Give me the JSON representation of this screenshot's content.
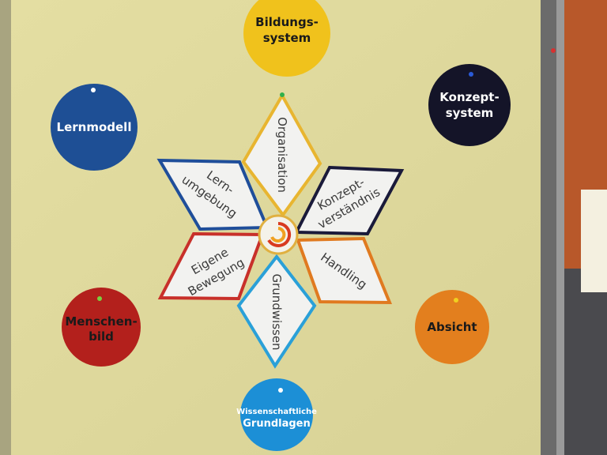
{
  "circles": {
    "bildung": {
      "line1": "Bildungs-",
      "line2": "system",
      "color": "#f0c21c",
      "text_color": "#1a1a1a"
    },
    "lernmodell": {
      "label": "Lernmodell",
      "color": "#1e4f95"
    },
    "konzept": {
      "line1": "Konzept-",
      "line2": "system",
      "color": "#141428"
    },
    "menschen": {
      "line1": "Menschen-",
      "line2": "bild",
      "color": "#b3201c",
      "text_color": "#1a1a1a"
    },
    "absicht": {
      "label": "Absicht",
      "color": "#e37f1e",
      "text_color": "#1a1a1a"
    },
    "wissen": {
      "line1": "Wissenschaftliche",
      "line2": "Grundlagen",
      "color": "#1c8fd6"
    }
  },
  "star": {
    "organisation": {
      "label": "Organisation",
      "color": "#e8b530"
    },
    "lernumgebung": {
      "line1": "Lern-",
      "line2": "umgebung",
      "color": "#1f4e9a"
    },
    "konzeptverstaendnis": {
      "line1": "Konzept-",
      "line2": "verständnis",
      "color": "#1a1a3a"
    },
    "eigene": {
      "line1": "Eigene",
      "line2": "Bewegung",
      "color": "#c8302a"
    },
    "handling": {
      "label": "Handling",
      "color": "#e07a20"
    },
    "grundwissen": {
      "label": "Grundwissen",
      "color": "#2aa0d8"
    }
  }
}
